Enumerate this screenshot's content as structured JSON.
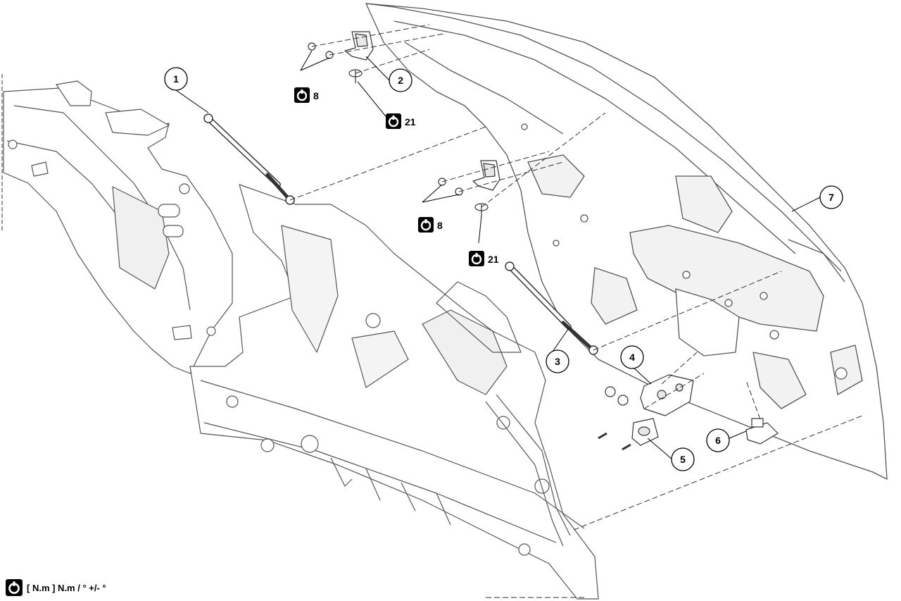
{
  "callouts": [
    "1",
    "2",
    "3",
    "4",
    "5",
    "6",
    "7"
  ],
  "torques": [
    "8",
    "21",
    "8",
    "21"
  ],
  "legend": {
    "label": "[ N.m ] N.m / ° +/- °",
    "icon": "torque-wrench-icon"
  },
  "colors": {
    "line": "#000000",
    "part": "#555555",
    "fill": "#ffffff",
    "shade": "#e8e8e8"
  }
}
